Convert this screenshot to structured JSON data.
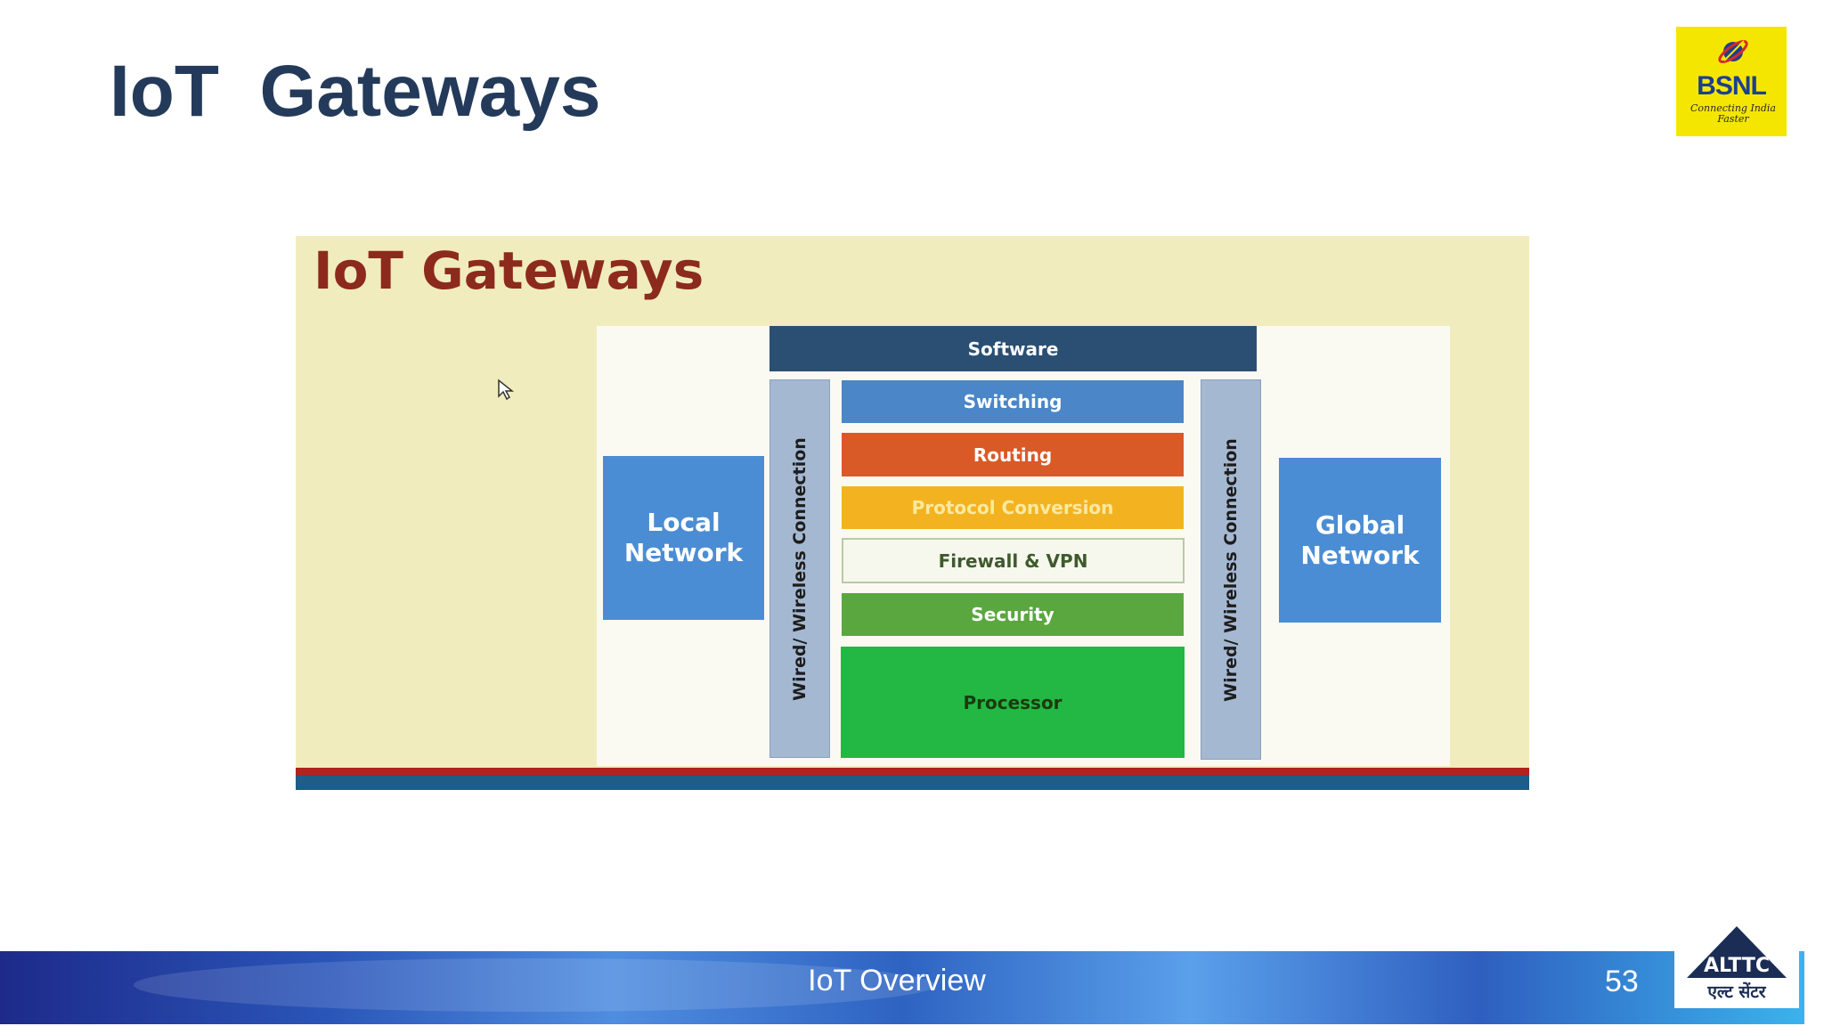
{
  "slide": {
    "title": "IoT  Gateways"
  },
  "logo": {
    "brand": "BSNL",
    "tagline": "Connecting India Faster"
  },
  "embedded_slide": {
    "title": "IoT Gateways",
    "left_box": "Local Network",
    "right_box": "Global Network",
    "top_layer": "Software",
    "connection_label": "Wired/ Wireless Connection",
    "layers": [
      "Switching",
      "Routing",
      "Protocol Conversion",
      "Firewall & VPN",
      "Security",
      "Processor"
    ]
  },
  "footer": {
    "title": "IoT Overview",
    "page_number": "53",
    "logo_text": "ALTTC",
    "logo_hindi": "एल्ट सेंटर"
  },
  "colors": {
    "title": "#243a5a",
    "embedded_background": "#f1ecbd",
    "embedded_title": "#8c2a1e",
    "network_box": "#4a8dd4",
    "software": "#2a4f72",
    "switching": "#4a86c8",
    "routing": "#d95a26",
    "protocol_conversion": "#f3b321",
    "firewall_vpn": "#f6f8ee",
    "security": "#5aa73f",
    "processor": "#22b843",
    "connection": "#a5b8d2"
  }
}
